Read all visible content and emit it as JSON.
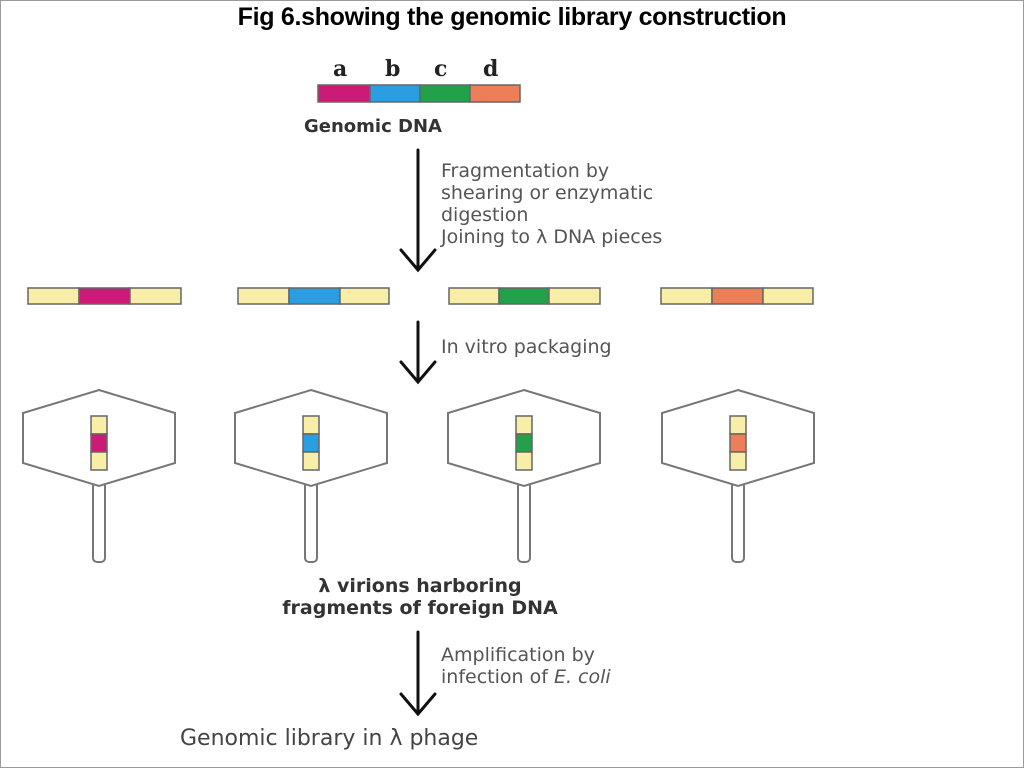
{
  "title": "Fig 6.showing the genomic library construction",
  "genomic_dna": {
    "segments": [
      {
        "label": "a",
        "color": "#cc1a78"
      },
      {
        "label": "b",
        "color": "#2a9ee0"
      },
      {
        "label": "c",
        "color": "#23a04a"
      },
      {
        "label": "d",
        "color": "#ec7f58"
      }
    ],
    "label": "Genomic DNA"
  },
  "steps": {
    "fragmentation": {
      "line1": "Fragmentation by",
      "line2": "shearing or enzymatic",
      "line3": "digestion",
      "line4": "Joining to λ DNA pieces"
    },
    "packaging": "In vitro packaging",
    "amplification": {
      "line1": "Amplification by",
      "line2_prefix": "infection of ",
      "line2_italic": "E. coli"
    }
  },
  "lambda_dna_color": "#f8eea8",
  "virions_label": {
    "line1": "λ virions harboring",
    "line2": "fragments of foreign DNA"
  },
  "final_label": "Genomic library in λ phage"
}
